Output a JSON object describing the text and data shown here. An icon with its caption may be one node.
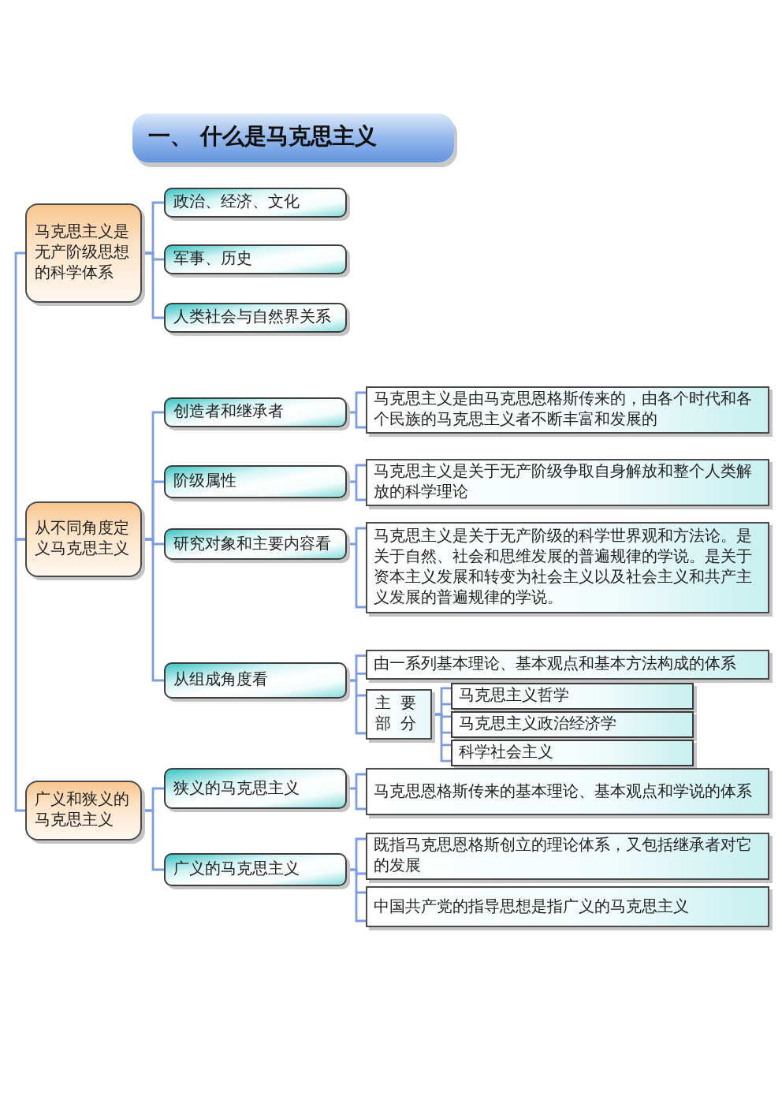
{
  "diagram": {
    "title": "一、 什么是马克思主义",
    "nodes": [
      {
        "text": [
          "马克思主义是无产阶级思想的科学体系"
        ]
      },
      {
        "text": [
          "政治、经济、文化"
        ]
      },
      {
        "text": [
          "军事、历史"
        ]
      },
      {
        "text": [
          "人类社会与自然界关系"
        ]
      },
      {
        "text": [
          "从不同角度定义马克思主义"
        ]
      },
      {
        "text": [
          "创造者和继承者"
        ]
      },
      {
        "text": [
          "马克思主义是由马克思恩格斯传来的，由各个时代和各个民族的马克思主义者不断丰富和发展的"
        ]
      },
      {
        "text": [
          "阶级属性"
        ]
      },
      {
        "text": [
          "马克思主义是关于无产阶级争取自身解放和整个人类解放的科学理论"
        ]
      },
      {
        "text": [
          "研究对象和主要内容看"
        ]
      },
      {
        "text": [
          "马克思主义是关于无产阶级的科学世界观和方法论。是关于自然、社会和思维发展的普遍规律的学说。是关于资本主义发展和转变为社会主义以及社会主义和共产主义发展的普遍规律的学说。"
        ]
      },
      {
        "text": [
          "从组成角度看"
        ]
      },
      {
        "text": [
          "由一系列基本理论、基本观点和基本方法构成的体系"
        ]
      },
      {
        "text": [
          "主要部分"
        ]
      },
      {
        "text": [
          "马克思主义哲学"
        ]
      },
      {
        "text": [
          "马克思主义政治经济学"
        ]
      },
      {
        "text": [
          "科学社会主义"
        ]
      },
      {
        "text": [
          "广义和狭义的马克思主义"
        ]
      },
      {
        "text": [
          "狭义的马克思主义"
        ]
      },
      {
        "text": [
          "马克思恩格斯传来的基本理论、基本观点和学说的体系"
        ]
      },
      {
        "text": [
          "广义的马克思主义"
        ]
      },
      {
        "text": [
          "既指马克思恩格斯创立的理论体系，又包括继承者对它的发展"
        ]
      },
      {
        "text": [
          "中国共产党的指导思想是指广义的马克思主义"
        ]
      }
    ],
    "edges": [
      {
        "from": 0,
        "to": 4,
        "arrow": "none"
      },
      {
        "from": 4,
        "to": 17,
        "arrow": "none"
      },
      {
        "from": 0,
        "to": 1,
        "arrow": "none"
      },
      {
        "from": 0,
        "to": 2,
        "arrow": "none"
      },
      {
        "from": 0,
        "to": 3,
        "arrow": "none"
      },
      {
        "from": 4,
        "to": 5,
        "arrow": "none"
      },
      {
        "from": 4,
        "to": 7,
        "arrow": "none"
      },
      {
        "from": 4,
        "to": 9,
        "arrow": "none"
      },
      {
        "from": 4,
        "to": 11,
        "arrow": "none"
      },
      {
        "from": 5,
        "to": 6,
        "arrow": "none"
      },
      {
        "from": 7,
        "to": 8,
        "arrow": "none"
      },
      {
        "from": 9,
        "to": 10,
        "arrow": "none"
      },
      {
        "from": 11,
        "to": 12,
        "arrow": "none"
      },
      {
        "from": 11,
        "to": 13,
        "arrow": "none"
      },
      {
        "from": 13,
        "to": 14,
        "arrow": "none"
      },
      {
        "from": 13,
        "to": 15,
        "arrow": "none"
      },
      {
        "from": 13,
        "to": 16,
        "arrow": "none"
      },
      {
        "from": 17,
        "to": 18,
        "arrow": "none"
      },
      {
        "from": 17,
        "to": 20,
        "arrow": "none"
      },
      {
        "from": 18,
        "to": 19,
        "arrow": "none"
      },
      {
        "from": 20,
        "to": 21,
        "arrow": "none"
      },
      {
        "from": 20,
        "to": 22,
        "arrow": "none"
      }
    ]
  }
}
